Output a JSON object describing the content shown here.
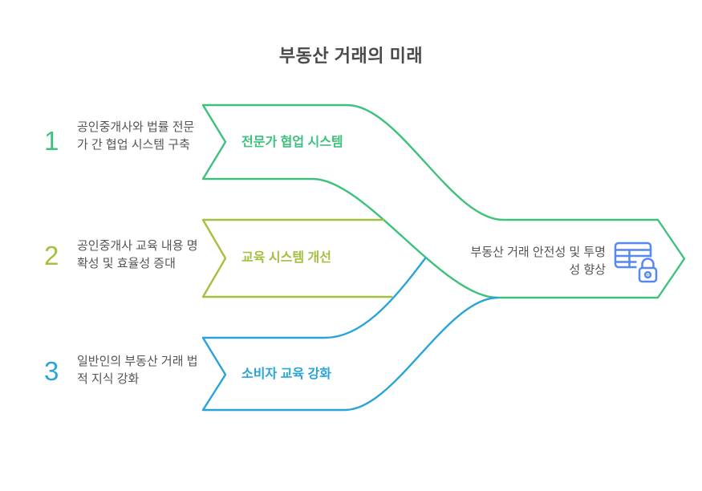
{
  "title": "부동산 거래의 미래",
  "colors": {
    "green": "#3ec17d",
    "olive": "#a3c03e",
    "blue": "#29a4d9",
    "icon": "#5787f1",
    "body_text": "#555555",
    "title_text": "#4a4a4a"
  },
  "items": [
    {
      "number": "1",
      "description": "공인중개사와 법률 전문가 간 협업 시스템 구축",
      "arrow_label": "전문가 협업 시스템"
    },
    {
      "number": "2",
      "description": "공인중개사 교육 내용 명확성 및 효율성 증대",
      "arrow_label": "교육 시스템 개선"
    },
    {
      "number": "3",
      "description": "일반인의 부동산 거래 법적 지식 강화",
      "arrow_label": "소비자 교육 강화"
    }
  ],
  "outcome": {
    "label": "부동산 거래 안전성 및 투명성 향상",
    "icon": "table-lock-icon"
  }
}
